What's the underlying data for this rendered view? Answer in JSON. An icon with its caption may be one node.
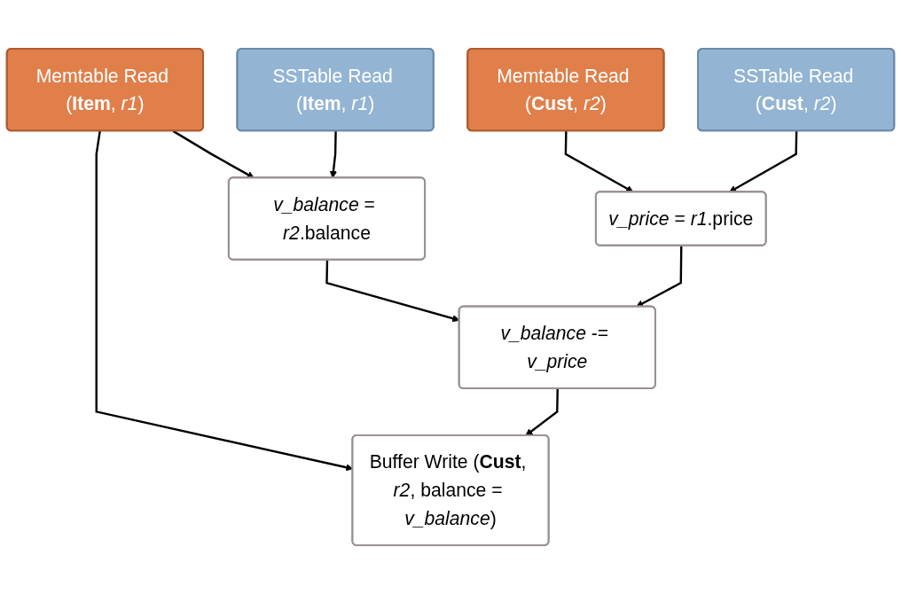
{
  "diagram": {
    "nodes": [
      {
        "text": [
          "Memtable Read (**Item**, *r1*)"
        ]
      },
      {
        "text": [
          "Memtable Read (**Cust**, *r2*)"
        ]
      },
      {
        "text": [
          "SSTable Read (**Item**, *r1*)"
        ]
      },
      {
        "text": [
          "SSTable Read (**Cust**, *r2*)"
        ]
      },
      {
        "text": [
          "*v_balance* = *r2*.balance"
        ]
      },
      {
        "text": [
          "*v_price* = *r1*.price"
        ]
      },
      {
        "text": [
          "*v_balance* -= *v_price*"
        ]
      },
      {
        "text": [
          "Buffer Write (**Cust**, *r2*, balance = *v_balance*)"
        ]
      }
    ],
    "edges": [
      {
        "from": 0,
        "to": 7,
        "arrow": "to"
      },
      {
        "from": 0,
        "to": 4,
        "arrow": "to"
      },
      {
        "from": 2,
        "to": 4,
        "arrow": "to"
      },
      {
        "from": 1,
        "to": 5,
        "arrow": "to"
      },
      {
        "from": 3,
        "to": 5,
        "arrow": "to"
      },
      {
        "from": 4,
        "to": 6,
        "arrow": "to"
      },
      {
        "from": 5,
        "to": 6,
        "arrow": "to"
      },
      {
        "from": 6,
        "to": 7,
        "arrow": "to"
      }
    ]
  }
}
